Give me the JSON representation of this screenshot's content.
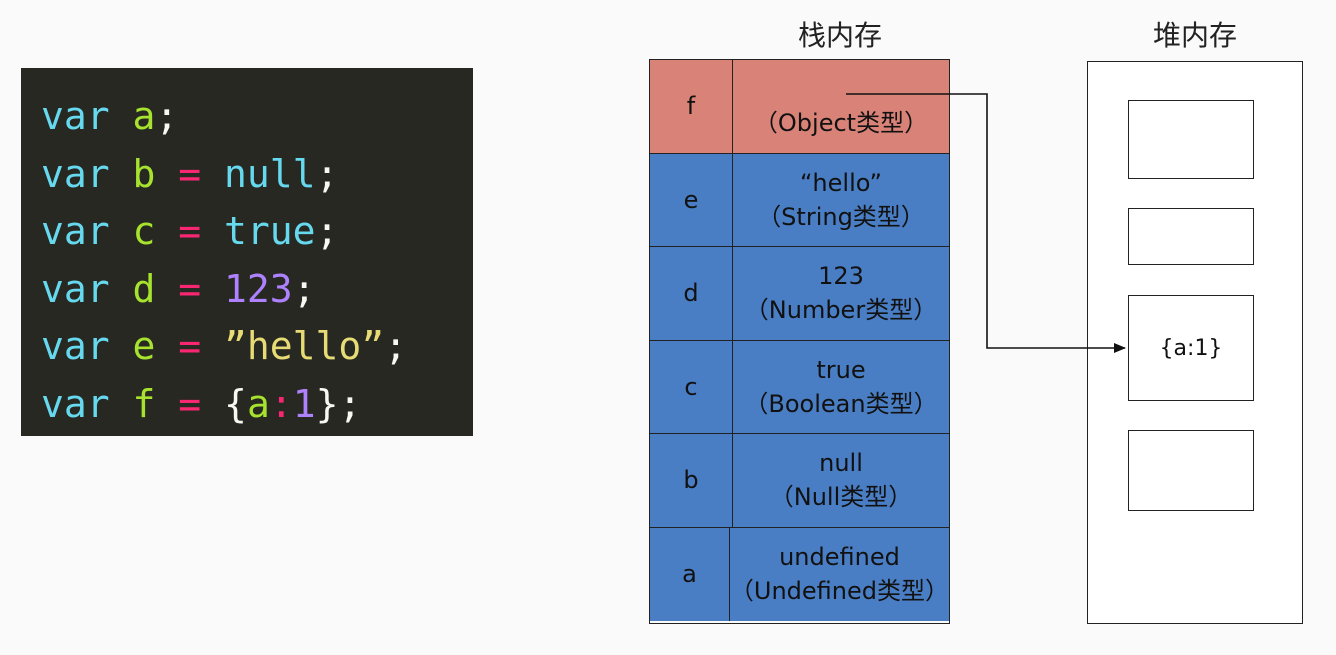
{
  "code": [
    [
      {
        "t": "var ",
        "c": "kw"
      },
      {
        "t": "a",
        "c": "var"
      },
      {
        "t": ";",
        "c": "pun"
      }
    ],
    [
      {
        "t": "var ",
        "c": "kw"
      },
      {
        "t": "b ",
        "c": "var"
      },
      {
        "t": "= ",
        "c": "op"
      },
      {
        "t": "null",
        "c": "cst"
      },
      {
        "t": ";",
        "c": "pun"
      }
    ],
    [
      {
        "t": "var ",
        "c": "kw"
      },
      {
        "t": "c ",
        "c": "var"
      },
      {
        "t": "= ",
        "c": "op"
      },
      {
        "t": "true",
        "c": "cst"
      },
      {
        "t": ";",
        "c": "pun"
      }
    ],
    [
      {
        "t": "var ",
        "c": "kw"
      },
      {
        "t": "d ",
        "c": "var"
      },
      {
        "t": "= ",
        "c": "op"
      },
      {
        "t": "123",
        "c": "num"
      },
      {
        "t": ";",
        "c": "pun"
      }
    ],
    [
      {
        "t": "var ",
        "c": "kw"
      },
      {
        "t": "e ",
        "c": "var"
      },
      {
        "t": "= ",
        "c": "op"
      },
      {
        "t": "”hello”",
        "c": "str"
      },
      {
        "t": ";",
        "c": "pun"
      }
    ],
    [
      {
        "t": "var ",
        "c": "kw"
      },
      {
        "t": "f ",
        "c": "var"
      },
      {
        "t": "= ",
        "c": "op"
      },
      {
        "t": "{",
        "c": "pun"
      },
      {
        "t": "a",
        "c": "var"
      },
      {
        "t": ":",
        "c": "op"
      },
      {
        "t": "1",
        "c": "num"
      },
      {
        "t": "}",
        "c": "pun"
      },
      {
        "t": ";",
        "c": "pun"
      }
    ]
  ],
  "stack": {
    "title": "栈内存",
    "rows": [
      {
        "name": "f",
        "value": "",
        "type": "（Object类型）",
        "kind": "object"
      },
      {
        "name": "e",
        "value": "“hello”",
        "type": "（String类型）",
        "kind": "primitive"
      },
      {
        "name": "d",
        "value": "123",
        "type": "（Number类型）",
        "kind": "primitive"
      },
      {
        "name": "c",
        "value": "true",
        "type": "（Boolean类型）",
        "kind": "primitive"
      },
      {
        "name": "b",
        "value": "null",
        "type": "（Null类型）",
        "kind": "primitive"
      },
      {
        "name": "a",
        "value": "undefined",
        "type": "（Undefined类型）",
        "kind": "primitive"
      }
    ]
  },
  "heap": {
    "title": "堆内存",
    "boxes": [
      "",
      "",
      "{a:1}",
      ""
    ]
  },
  "colors": {
    "object_cell": "#d98378",
    "primitive_cell": "#4a7ec4",
    "code_background": "#272822"
  }
}
